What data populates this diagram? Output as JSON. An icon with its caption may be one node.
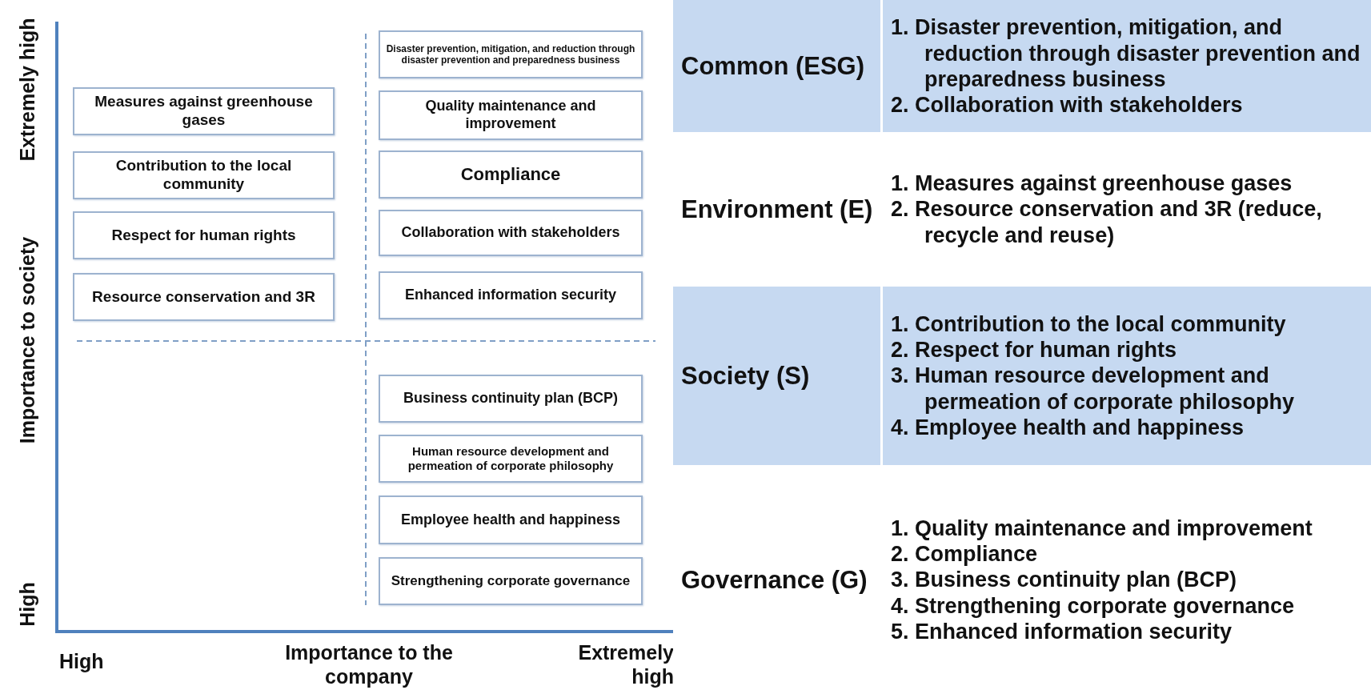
{
  "diagram": {
    "nodes": [
      {
        "text": [
          "Measures against greenhouse gases"
        ]
      },
      {
        "text": [
          "Contribution to the local community"
        ]
      },
      {
        "text": [
          "Respect for human rights"
        ]
      },
      {
        "text": [
          "Resource conservation and 3R"
        ]
      },
      {
        "text": [
          "Disaster prevention, mitigation, and reduction through disaster prevention and preparedness business"
        ]
      },
      {
        "text": [
          "Quality maintenance and improvement"
        ]
      },
      {
        "text": [
          "Compliance"
        ]
      },
      {
        "text": [
          "Collaboration with stakeholders"
        ]
      },
      {
        "text": [
          "Enhanced information security"
        ]
      },
      {
        "text": [
          "Business continuity plan (BCP)"
        ]
      },
      {
        "text": [
          "Human resource development and permeation of corporate philosophy"
        ]
      },
      {
        "text": [
          "Employee health and happiness"
        ]
      },
      {
        "text": [
          "Strengthening corporate governance"
        ]
      }
    ],
    "edges": [],
    "labels": [
      "Extremely high",
      "Importance to society",
      "High",
      "High",
      "Importance to the company",
      "Extremely high",
      "Common (ESG)",
      "1. Disaster prevention, mitigation, and reduction through disaster prevention and preparedness business",
      "2. Collaboration with stakeholders",
      "Environment (E)",
      "1. Measures against greenhouse gases",
      "2. Resource conservation and 3R (reduce, recycle and reuse)",
      "Society (S)",
      "1. Contribution to the local community",
      "2. Respect for human rights",
      "3. Human resource development and permeation of corporate philosophy",
      "4. Employee health and happiness",
      "Governance (G)",
      "1. Quality maintenance and improvement",
      "2. Compliance",
      "3. Business continuity plan (BCP)",
      "4. Strengthening corporate governance",
      "5. Enhanced information security"
    ]
  }
}
